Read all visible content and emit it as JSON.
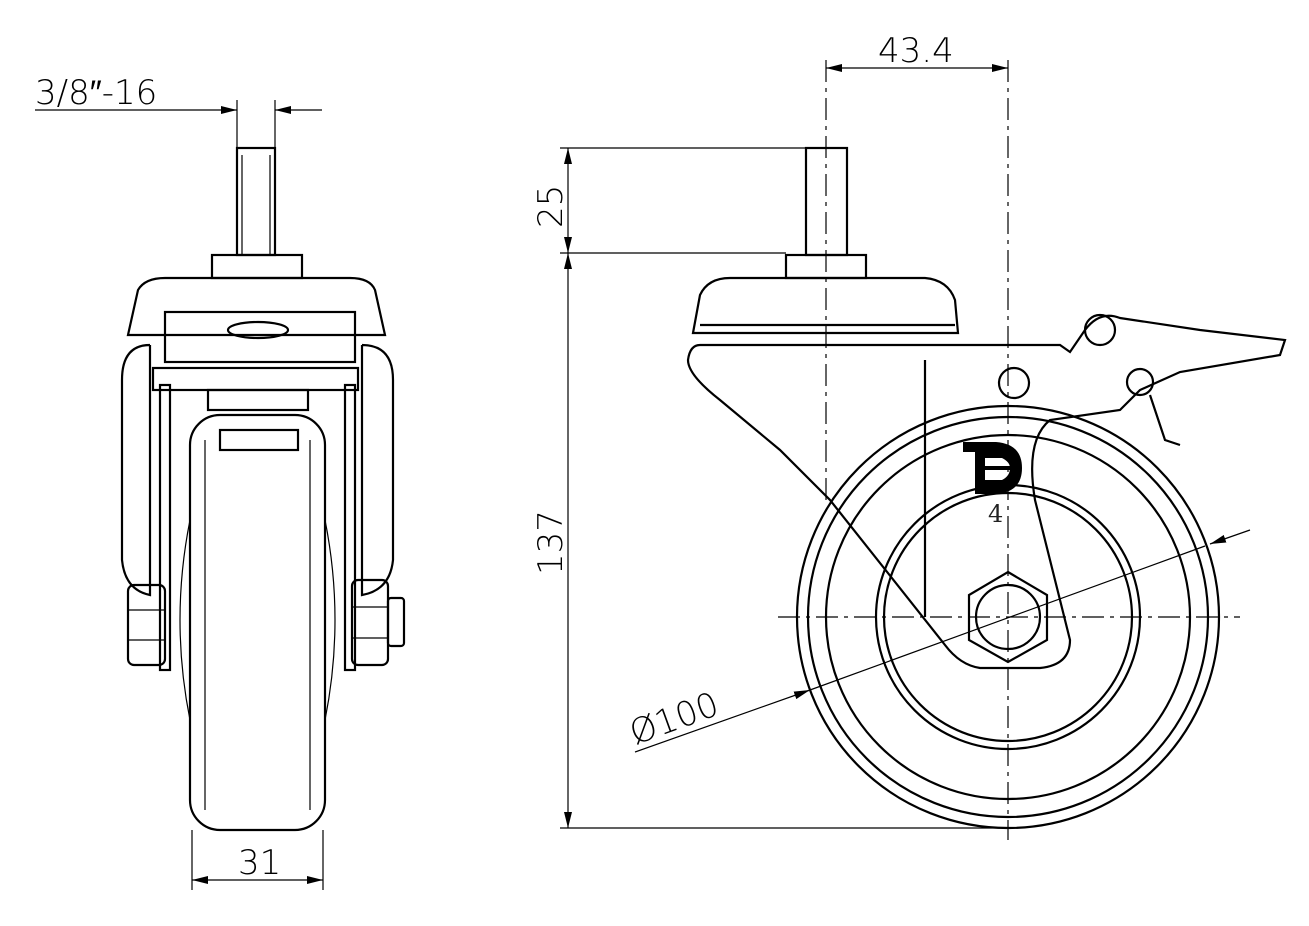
{
  "drawing": {
    "dimensions": {
      "thread": "3/8″-16",
      "offset": "43.4",
      "stem_length": "25",
      "total_height": "137",
      "wheel_diameter": "Ø100",
      "wheel_width": "31"
    },
    "bracket_mark": "4",
    "logo_text": "D"
  }
}
